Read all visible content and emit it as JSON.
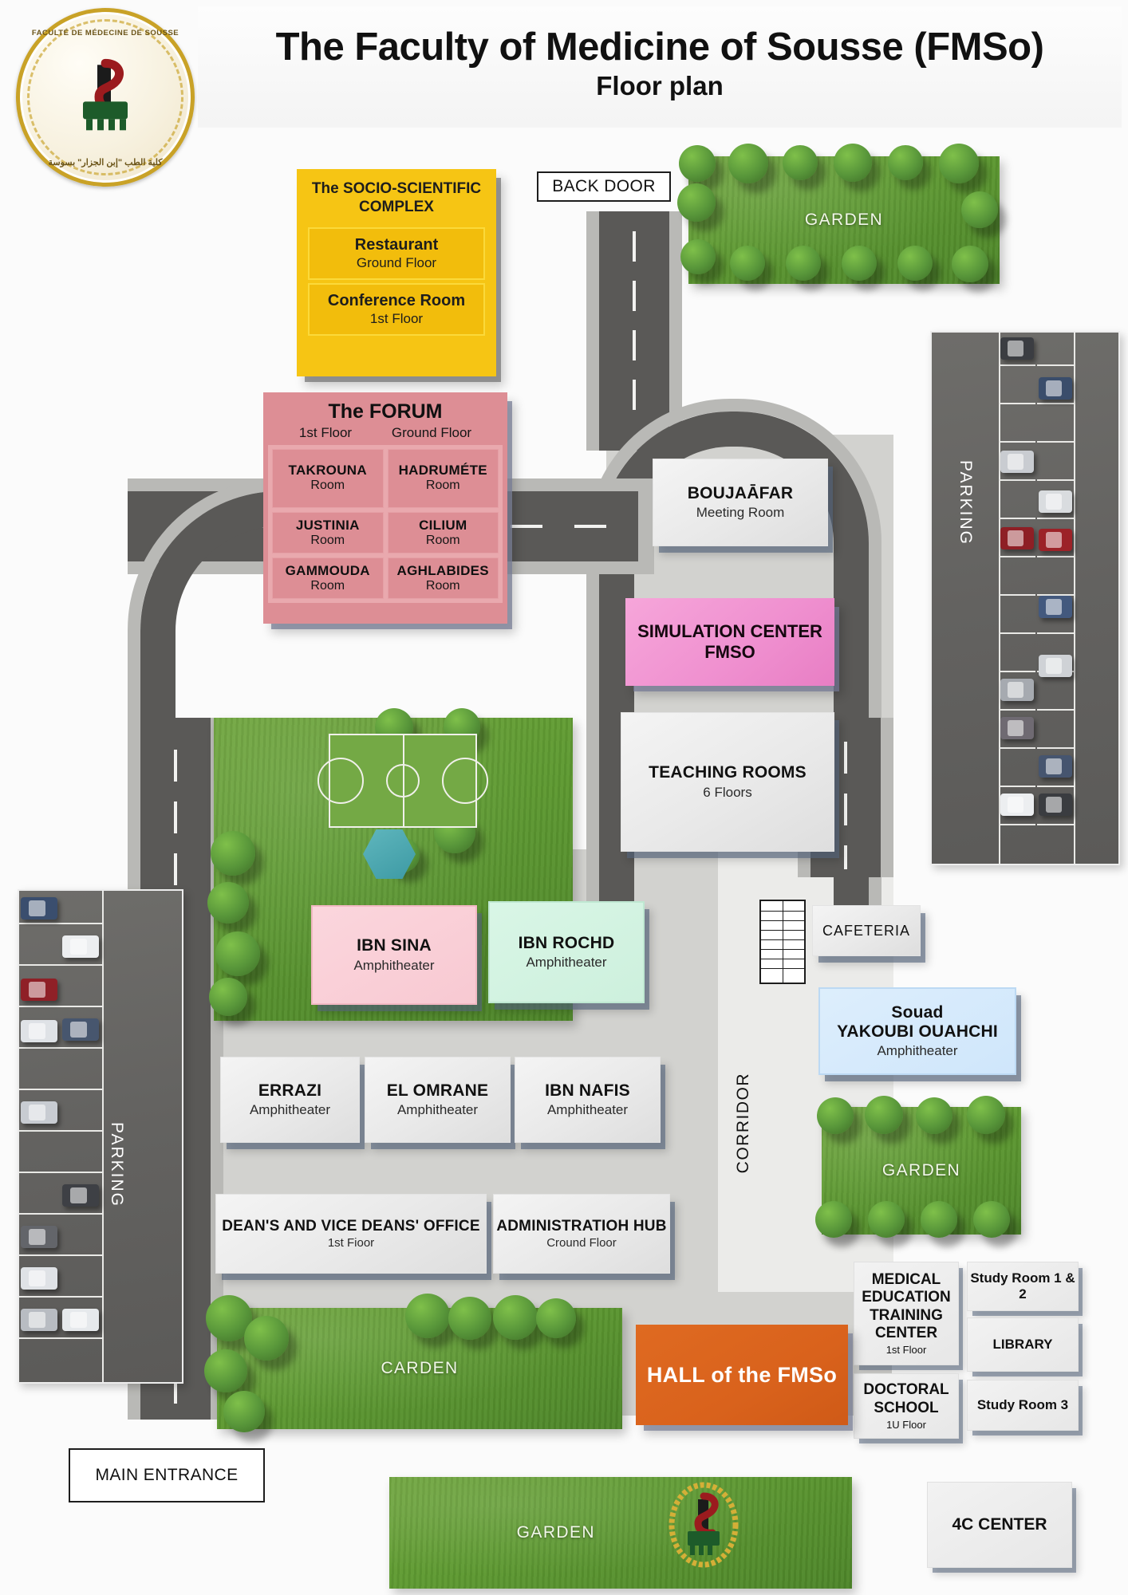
{
  "header": {
    "title": "The Faculty of Medicine of Sousse (FMSo)",
    "subtitle": "Floor plan"
  },
  "logo": {
    "name": "fmso-seal-logo",
    "text_top": "FACULTÉ DE MÉDECINE DE SOUSSE",
    "text_bottom": "كلية الطب \"إبن الجزار\" بسوسة"
  },
  "signs": {
    "back_door": "BACK DOOR",
    "main_entrance": "MAIN ENTRANCE"
  },
  "socio_scientific_complex": {
    "title": "The SOCIO-SCIENTIFIC COMPLEX",
    "rooms": [
      {
        "name": "Restaurant",
        "floor": "Ground Floor"
      },
      {
        "name": "Conference Room",
        "floor": "1st Floor"
      }
    ],
    "color": "#f6c514"
  },
  "forum": {
    "title": "The FORUM",
    "floor_left": "1st Floor",
    "floor_right": "Ground Floor",
    "rooms": [
      {
        "name": "TAKROUNA",
        "type": "Room"
      },
      {
        "name": "HADRUMÉTE",
        "type": "Room"
      },
      {
        "name": "JUSTINIA",
        "type": "Room"
      },
      {
        "name": "CILIUM",
        "type": "Room"
      },
      {
        "name": "GAMMOUDA",
        "type": "Room"
      },
      {
        "name": "AGHLABIDES",
        "type": "Room"
      }
    ],
    "color": "#dd8e95"
  },
  "central_buildings": {
    "boujaafar": {
      "name": "BOUJAĀFAR",
      "sub": "Meeting Room"
    },
    "simulation_center": {
      "name": "SIMULATION CENTER FMSO",
      "color": "#ef8fcf"
    },
    "teaching_rooms": {
      "name": "TEACHING ROOMS",
      "sub": "6 Floors"
    },
    "cafeteria": {
      "name": "CAFETERIA"
    },
    "corridor": {
      "name": "CORRIDOR"
    }
  },
  "amphitheaters": [
    {
      "name": "IBN SINA",
      "sub": "Amphitheater",
      "color": "#fbd6dd"
    },
    {
      "name": "IBN ROCHD",
      "sub": "Amphitheater",
      "color": "#d9f6e6"
    },
    {
      "name": "ERRAZI",
      "sub": "Amphitheater",
      "color": "#f1f1f1"
    },
    {
      "name": "EL OMRANE",
      "sub": "Amphitheater",
      "color": "#f1f1f1"
    },
    {
      "name": "IBN NAFIS",
      "sub": "Amphitheater",
      "color": "#f1f1f1"
    },
    {
      "name": "Souad YAKOUBI OUAHCHI",
      "sub": "Amphitheater",
      "color": "#ddeefc"
    }
  ],
  "souad": {
    "line1": "Souad",
    "line2": "YAKOUBI OUAHCHI",
    "sub": "Amphitheater"
  },
  "administration": [
    {
      "name": "DEAN'S AND VICE DEANS' OFFICE",
      "floor": "1st Fioor"
    },
    {
      "name": "ADMINISTRATIOH HUB",
      "floor": "Cround Floor"
    }
  ],
  "hall": {
    "name": "HALL of the FMSo",
    "color": "#d9621c"
  },
  "right_block": [
    {
      "name": "MEDICAL EDUCATION TRAINING CENTER",
      "floor": "1st Floor"
    },
    {
      "name": "Study Room 1 & 2",
      "floor": ""
    },
    {
      "name": "LIBRARY",
      "floor": ""
    },
    {
      "name": "DOCTORAL SCHOOL",
      "floor": "1U Floor"
    },
    {
      "name": "Study Room 3",
      "floor": ""
    }
  ],
  "center_4c": {
    "name": "4C CENTER"
  },
  "gardens": [
    {
      "id": "garden-top",
      "label": "GARDEN"
    },
    {
      "id": "garden-right",
      "label": "GARDEN"
    },
    {
      "id": "garden-bottom-left",
      "label": "CARDEN"
    },
    {
      "id": "garden-bottom",
      "label": "GARDEN"
    }
  ],
  "parking": [
    {
      "id": "parking-right",
      "label": "PARKING"
    },
    {
      "id": "parking-left",
      "label": "PARKING"
    }
  ],
  "icons": {
    "stairs": "stairs-icon",
    "pool": "pool-icon",
    "basketball_court": "basketball-court-icon",
    "tree": "tree-icon",
    "car": "car-icon",
    "seal": "seal-icon"
  }
}
